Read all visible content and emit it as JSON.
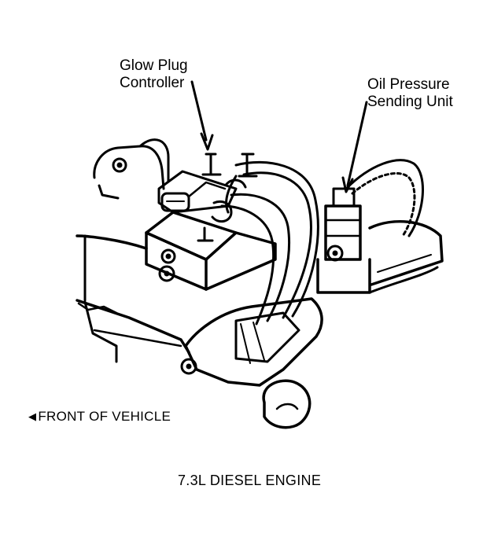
{
  "labels": {
    "glow_plug_line1": "Glow Plug",
    "glow_plug_line2": "Controller",
    "oil_line1": "Oil Pressure",
    "oil_line2": "Sending Unit",
    "front": "FRONT OF VEHICLE",
    "caption": "7.3L DIESEL ENGINE"
  },
  "icons": {
    "front_arrow": "left-pointing-arrow-icon"
  },
  "colors": {
    "ink": "#000000",
    "paper": "#ffffff"
  }
}
